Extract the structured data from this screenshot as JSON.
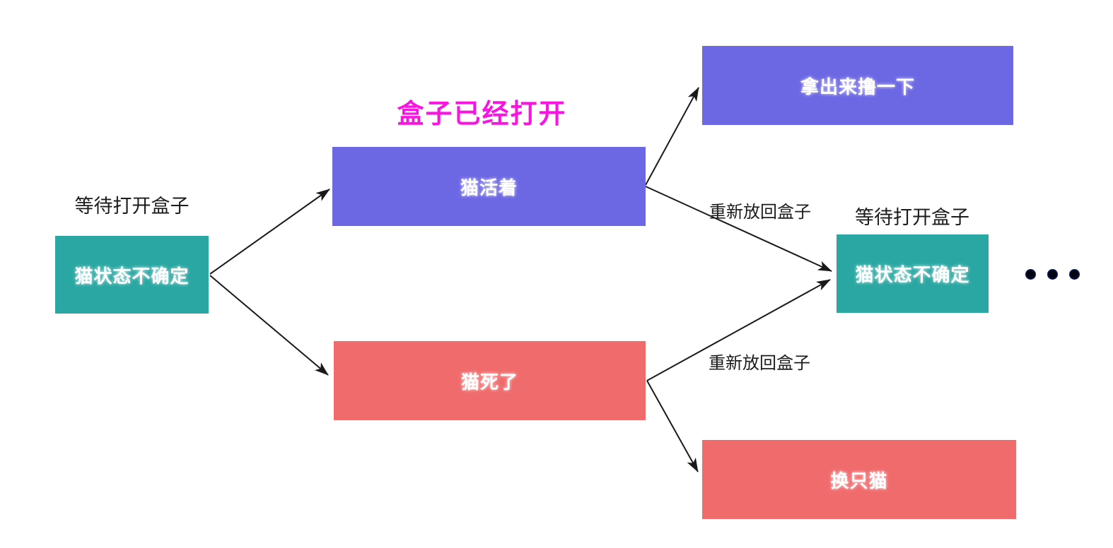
{
  "title": {
    "text": "盒子已经打开"
  },
  "nodes": {
    "start": {
      "label": "猫状态不确定",
      "caption": "等待打开盒子"
    },
    "alive": {
      "label": "猫活着"
    },
    "dead": {
      "label": "猫死了"
    },
    "pet": {
      "label": "拿出来撸一下"
    },
    "uncertain_again": {
      "label": "猫状态不确定",
      "caption": "等待打开盒子"
    },
    "new_cat": {
      "label": "换只猫"
    }
  },
  "edge_labels": {
    "alive_back": "重新放回盒子",
    "dead_back": "重新放回盒子"
  },
  "icons": {
    "ellipsis": "ellipsis-dots"
  },
  "colors": {
    "teal": "#2AA7A2",
    "purple": "#6C67E3",
    "red": "#F06B6C",
    "magenta": "#FA14DF",
    "arrow": "#1A1A1A",
    "label_text": "#1C1C1C",
    "dot": "#0A1446",
    "background": "#FFFFFF"
  }
}
